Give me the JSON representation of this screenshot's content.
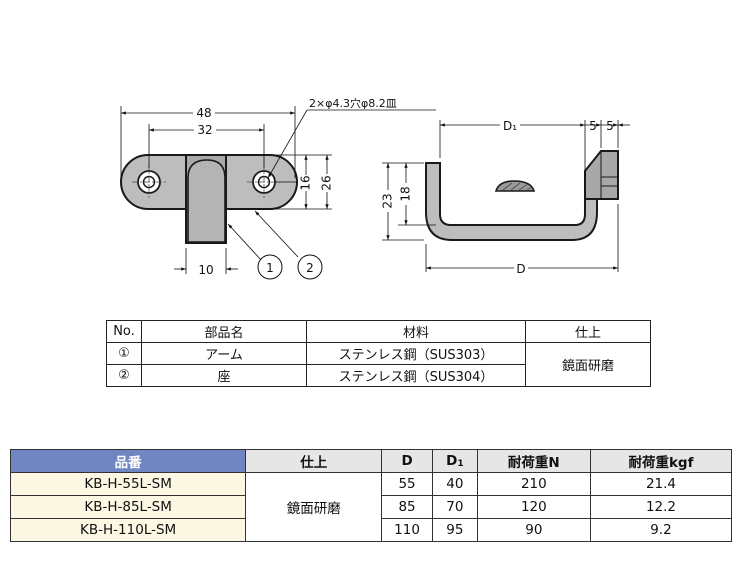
{
  "drawing": {
    "left_view": {
      "dim_overall_width": "48",
      "dim_hole_pitch": "32",
      "dim_arm_width": "10",
      "dim_height_16": "16",
      "dim_height_26": "26",
      "hole_note": "2×φ4.3穴φ8.2皿",
      "callout_1": "1",
      "callout_2": "2"
    },
    "right_view": {
      "dim_d1": "D₁",
      "dim_5a": "5",
      "dim_5b": "5",
      "dim_23": "23",
      "dim_18": "18",
      "dim_d": "D"
    }
  },
  "parts_table": {
    "headers": [
      "No.",
      "部品名",
      "材料",
      "仕上"
    ],
    "rows": [
      {
        "no": "①",
        "name": "アーム",
        "material": "ステンレス鋼（SUS303）"
      },
      {
        "no": "②",
        "name": "座",
        "material": "ステンレス鋼（SUS304）"
      }
    ],
    "finish": "鏡面研磨"
  },
  "product_table": {
    "headers": {
      "part_no": "品番",
      "finish": "仕上",
      "d": "D",
      "d1_main": "D",
      "d1_sub": "1",
      "load_n": "耐荷重N",
      "load_kgf": "耐荷重kgf"
    },
    "finish": "鏡面研磨",
    "rows": [
      {
        "part_no": "KB-H-55L-SM",
        "d": "55",
        "d1": "40",
        "load_n": "210",
        "load_kgf": "21.4"
      },
      {
        "part_no": "KB-H-85L-SM",
        "d": "85",
        "d1": "70",
        "load_n": "120",
        "load_kgf": "12.2"
      },
      {
        "part_no": "KB-H-110L-SM",
        "d": "110",
        "d1": "95",
        "load_n": "90",
        "load_kgf": "9.2"
      }
    ]
  },
  "colors": {
    "header_blue": "#6f86c2",
    "row_highlight": "#fdf8e3",
    "part_gray": "#b9b9b9",
    "outline": "#1a1a1a"
  }
}
